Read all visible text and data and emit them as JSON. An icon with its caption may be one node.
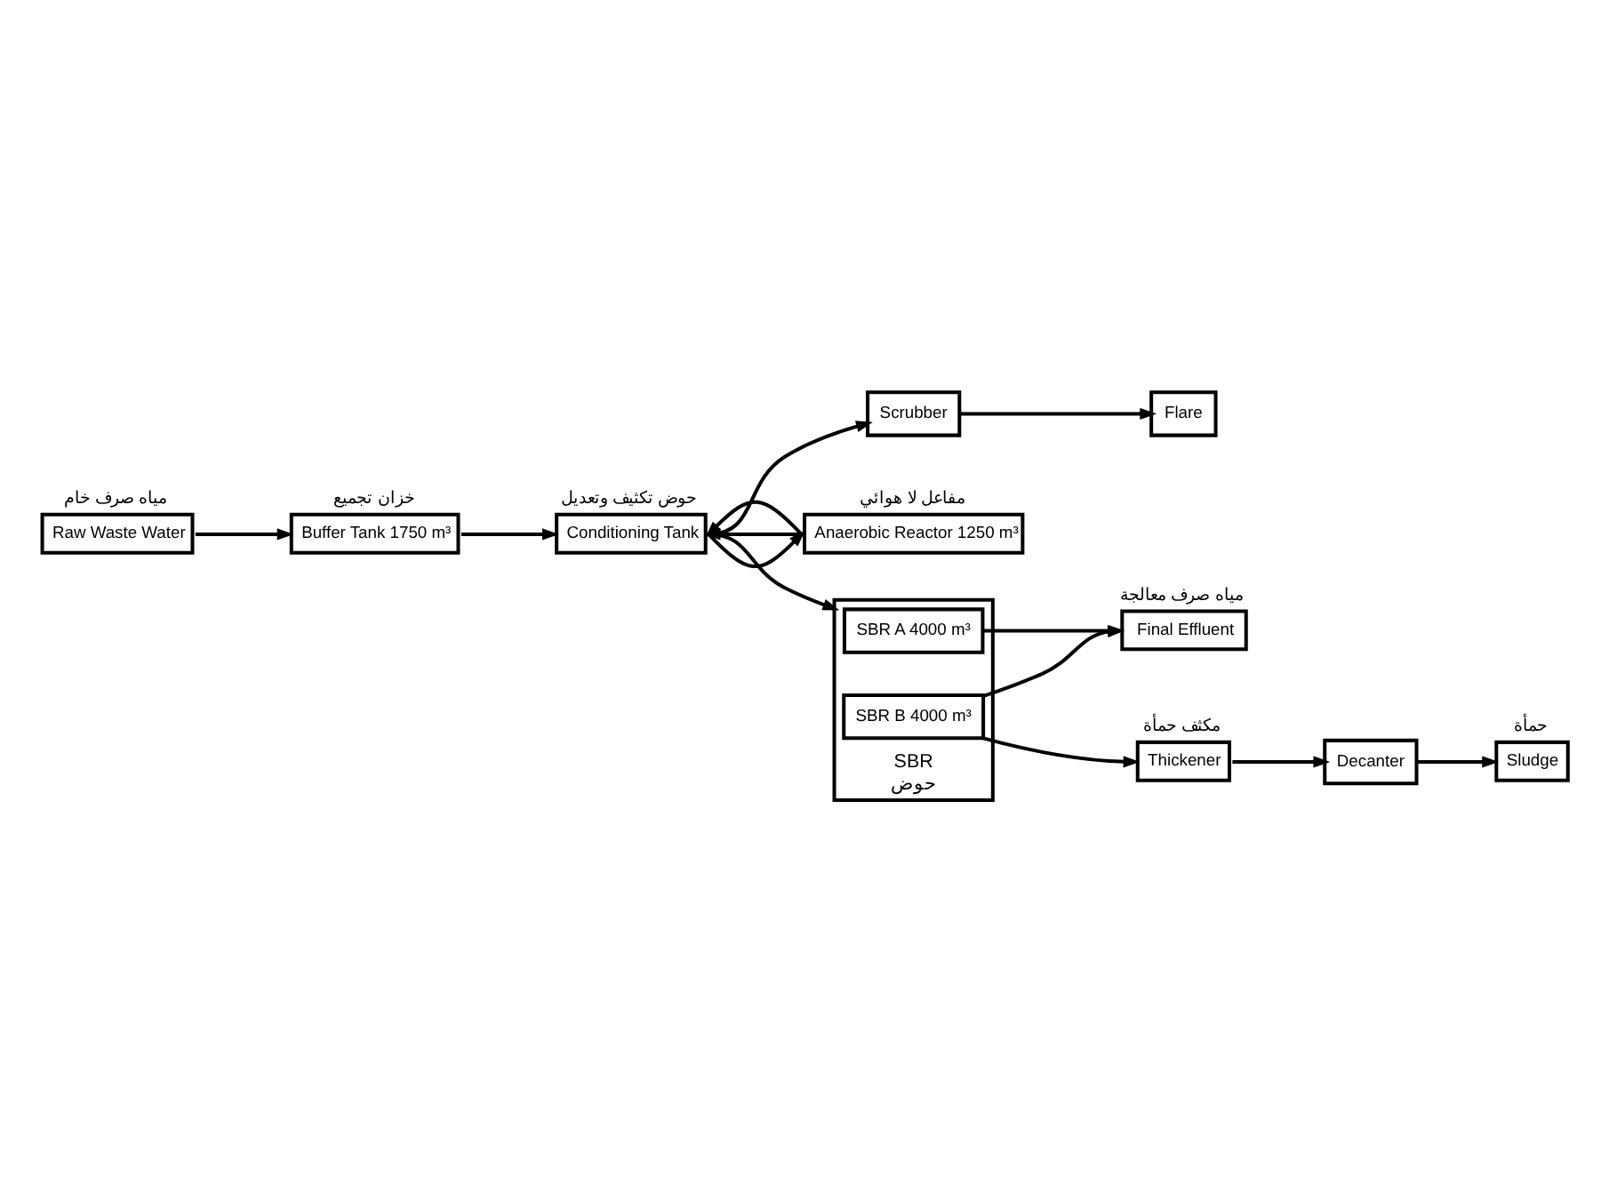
{
  "diagram": {
    "nodes": [
      {
        "text": [
          "Raw Waste Water"
        ],
        "beside": [
          "مياه صرف خام"
        ]
      },
      {
        "text": [
          "Buffer Tank 1750 m³"
        ],
        "beside": [
          "خزان تجميع"
        ]
      },
      {
        "text": [
          "Conditioning Tank"
        ],
        "beside": [
          "حوض تكثيف وتعديل"
        ]
      },
      {
        "text": [
          "Scrubber"
        ]
      },
      {
        "text": [
          "Flare"
        ]
      },
      {
        "text": [
          "Anaerobic Reactor 1250 m³"
        ],
        "beside": [
          "مفاعل لا هوائي"
        ]
      },
      {
        "text": [],
        "shape": "box",
        "beside": [
          "SBR",
          "حوض"
        ]
      },
      {
        "text": [
          "SBR A 4000 m³"
        ],
        "in": 6
      },
      {
        "text": [
          "SBR B 4000 m³"
        ],
        "in": 6
      },
      {
        "text": [
          "Final Effluent"
        ],
        "beside": [
          "مياه صرف معالجة"
        ]
      },
      {
        "text": [
          "Thickener"
        ],
        "beside": [
          "مكثف حمأة"
        ]
      },
      {
        "text": [
          "Decanter"
        ]
      },
      {
        "text": [
          "Sludge"
        ],
        "beside": [
          "حمأة"
        ]
      }
    ],
    "edges": [
      {
        "from": 0,
        "to": 1,
        "arrow": "to"
      },
      {
        "from": 1,
        "to": 2,
        "arrow": "to"
      },
      {
        "from": 2,
        "to": 3,
        "arrow": "to"
      },
      {
        "from": 3,
        "to": 4,
        "arrow": "to"
      },
      {
        "from": 5,
        "to": 2,
        "arrow": "to"
      },
      {
        "from": 5,
        "to": 2,
        "arrow": "to"
      },
      {
        "from": 2,
        "to": 5,
        "arrow": "to"
      },
      {
        "from": 2,
        "to": 6,
        "arrow": "to"
      },
      {
        "from": 7,
        "to": 9,
        "arrow": "to"
      },
      {
        "from": 8,
        "to": 9,
        "arrow": "to"
      },
      {
        "from": 8,
        "to": 10,
        "arrow": "to"
      },
      {
        "from": 10,
        "to": 11,
        "arrow": "to"
      },
      {
        "from": 11,
        "to": 12,
        "arrow": "to"
      }
    ]
  }
}
